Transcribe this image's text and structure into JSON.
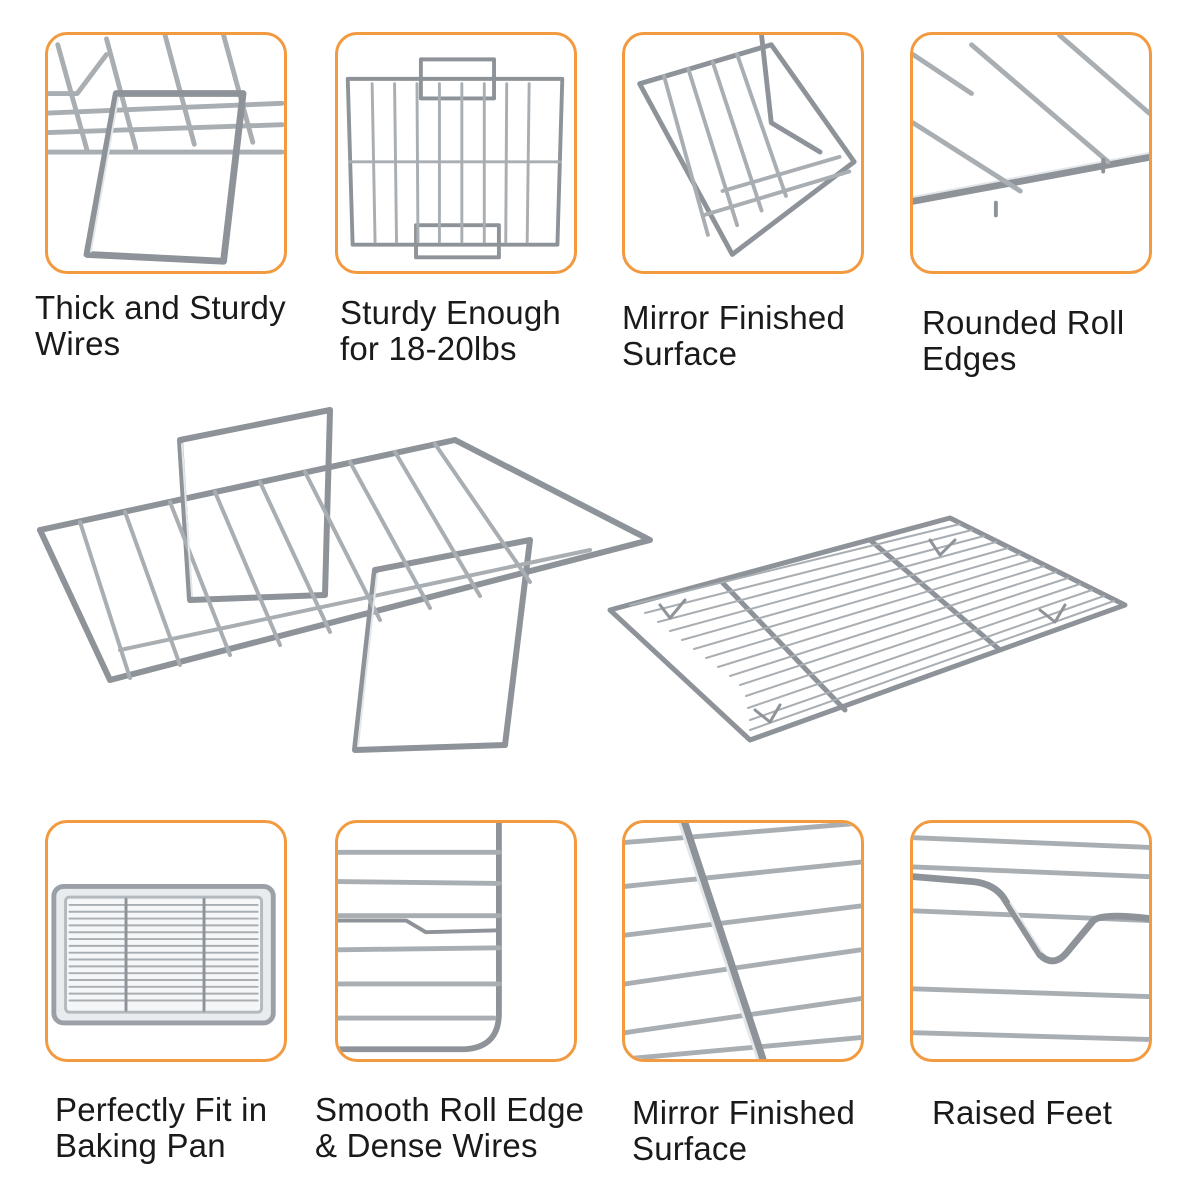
{
  "colors": {
    "tile_border": "#f29a3f",
    "steel": "#a9aeb3",
    "steel_dark": "#8d9398",
    "text": "#1a1a1a"
  },
  "features_top": [
    {
      "caption": "Thick and Sturdy\nWires",
      "photo": "rack-handle-closeup-photo"
    },
    {
      "caption": "Sturdy Enough\nfor 18-20lbs",
      "photo": "v-rack-top-view-photo"
    },
    {
      "caption": "Mirror Finished\nSurface",
      "photo": "v-rack-angled-photo"
    },
    {
      "caption": "Rounded Roll\nEdges",
      "photo": "roll-edge-closeup-photo"
    }
  ],
  "features_bottom": [
    {
      "caption": "Perfectly Fit in\nBaking Pan",
      "photo": "rack-in-pan-photo"
    },
    {
      "caption": "Smooth Roll Edge\n& Dense Wires",
      "photo": "grid-corner-closeup-photo"
    },
    {
      "caption": "Mirror Finished\nSurface",
      "photo": "grid-wires-closeup-photo"
    },
    {
      "caption": "Raised Feet",
      "photo": "raised-foot-closeup-photo"
    }
  ],
  "hero": {
    "left": "v-roasting-rack-photo",
    "right": "flat-cooling-rack-photo"
  }
}
